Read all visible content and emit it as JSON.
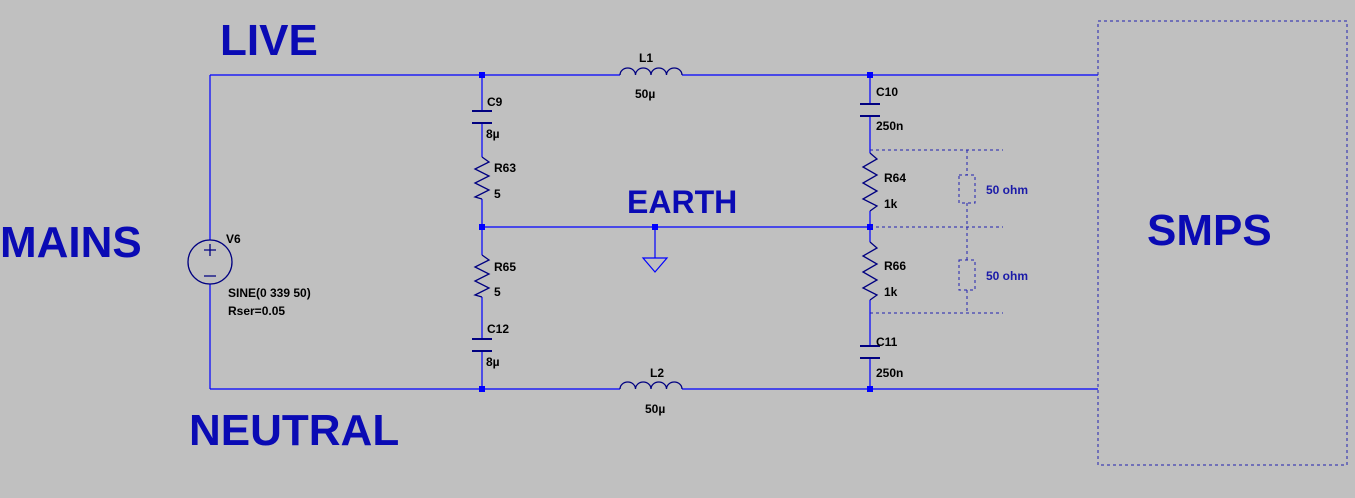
{
  "nets": {
    "live": "LIVE",
    "neutral": "NEUTRAL",
    "earth": "EARTH",
    "mains": "MAINS",
    "smps": "SMPS"
  },
  "components": {
    "v6": {
      "name": "V6",
      "value": "SINE(0 339 50)",
      "param": "Rser=0.05"
    },
    "l1": {
      "name": "L1",
      "value": "50µ"
    },
    "l2": {
      "name": "L2",
      "value": "50µ"
    },
    "c9": {
      "name": "C9",
      "value": "8µ"
    },
    "c10": {
      "name": "C10",
      "value": "250n"
    },
    "c11": {
      "name": "C11",
      "value": "250n"
    },
    "c12": {
      "name": "C12",
      "value": "8µ"
    },
    "r63": {
      "name": "R63",
      "value": "5"
    },
    "r64": {
      "name": "R64",
      "value": "1k"
    },
    "r65": {
      "name": "R65",
      "value": "5"
    },
    "r66": {
      "name": "R66",
      "value": "1k"
    }
  },
  "annotations": {
    "parasitic_upper": "50 ohm",
    "parasitic_lower": "50 ohm"
  },
  "colors": {
    "background": "#c0c0c0",
    "wire": "#0000ff",
    "net_label": "#0a0ab4",
    "component": "#000080"
  }
}
